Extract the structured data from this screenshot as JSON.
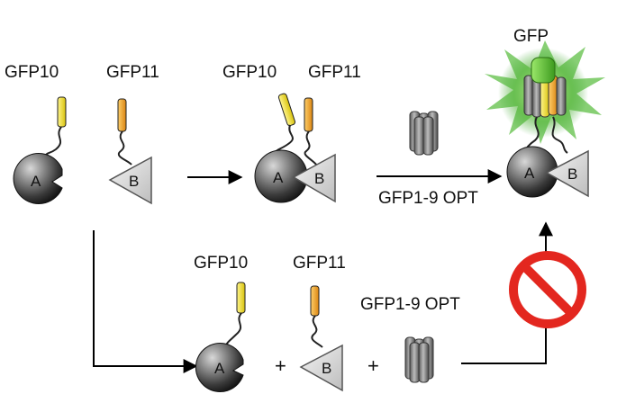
{
  "labels": {
    "gfp10_top_left": "GFP10",
    "gfp11_top_left": "GFP11",
    "gfp10_complex": "GFP10",
    "gfp11_complex": "GFP11",
    "gfp_final": "GFP",
    "opt_top": "GFP1-9 OPT",
    "gfp10_bottom": "GFP10",
    "gfp11_bottom": "GFP11",
    "opt_bottom": "GFP1-9 OPT"
  },
  "proteins": {
    "a": "A",
    "b": "B"
  },
  "operators": {
    "plus": "+"
  },
  "colors": {
    "gfp10_tag": "#f2e12a",
    "gfp11_tag": "#f0a226",
    "sphere_dark": "#1e1e1e",
    "triangle_fill": "#d9d9d9",
    "barrel_gray": "#8a8a8a",
    "glow_green": "#3aa52e",
    "gfp_green_strand": "#6fcf3a",
    "prohibit_red": "#e3271f"
  },
  "icons": {
    "blocked": "prohibition-icon"
  }
}
